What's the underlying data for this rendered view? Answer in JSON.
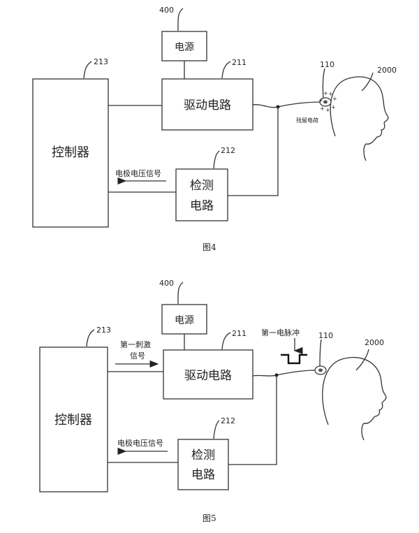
{
  "fig4": {
    "power_label": "电源",
    "driver_label": "驱动电路",
    "controller_label": "控制器",
    "detect_label_1": "检测",
    "detect_label_2": "电路",
    "signal_label": "电极电压信号",
    "residual_label": "残留电荷",
    "ref_400": "400",
    "ref_213": "213",
    "ref_211": "211",
    "ref_212": "212",
    "ref_110": "110",
    "ref_2000": "2000",
    "caption": "图4"
  },
  "fig5": {
    "power_label": "电源",
    "driver_label": "驱动电路",
    "controller_label": "控制器",
    "detect_label_1": "检测",
    "detect_label_2": "电路",
    "signal_label": "电极电压信号",
    "stim_label_1": "第一刺激",
    "stim_label_2": "信号",
    "pulse_label": "第一电脉冲",
    "ref_400": "400",
    "ref_213": "213",
    "ref_211": "211",
    "ref_212": "212",
    "ref_110": "110",
    "ref_2000": "2000",
    "caption": "图5"
  }
}
